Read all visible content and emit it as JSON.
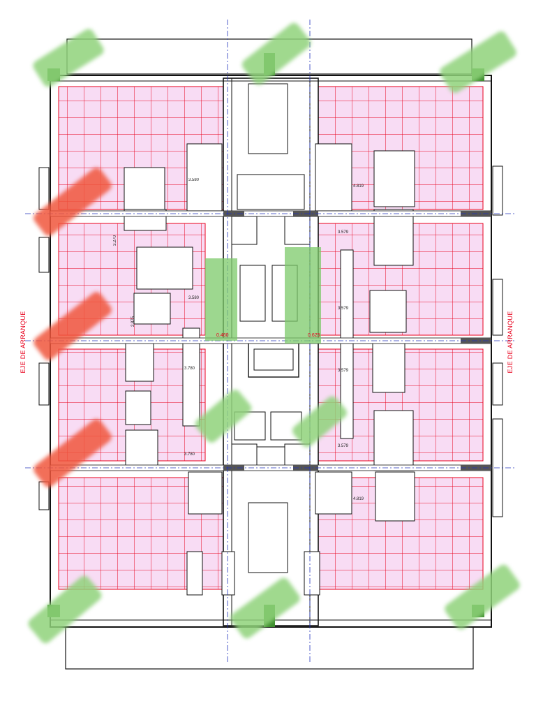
{
  "axis_label": "EJE DE ARRANQUE",
  "dimensions": {
    "upper_left_width": "3.580",
    "upper_left_height": "3.270",
    "mid_left": "3.580",
    "left_corridor": "3.780",
    "left_lower": "3.780",
    "right_top": "3.579",
    "right_mid": "3.579",
    "right_lower_a": "3.579",
    "right_lower_b": "3.579",
    "right_top_small": "4.819",
    "right_bottom_small": "4.819",
    "stair_left": "0.460",
    "stair_right": "0.625",
    "small_left": "2.875"
  },
  "colors": {
    "grid_line": "#e8001c",
    "room_fill": "#f8dcf4",
    "axis_line": "#2233bb",
    "stair_highlight": "#7cc96a",
    "corner_green": "#8fd27a",
    "red_marker": "#f0563c",
    "wall": "#111111"
  }
}
